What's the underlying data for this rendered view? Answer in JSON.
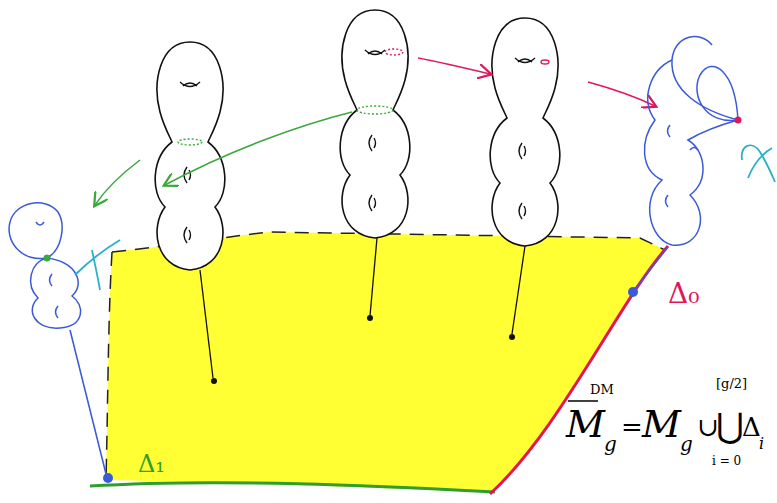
{
  "diagram": {
    "labels": [
      "Δ₀",
      "Δ₁",
      "M",
      "DM",
      "g",
      "=",
      "M",
      "g",
      "∪",
      "⋃",
      "Δ",
      "i",
      "[g/2]",
      "i = 0"
    ]
  }
}
